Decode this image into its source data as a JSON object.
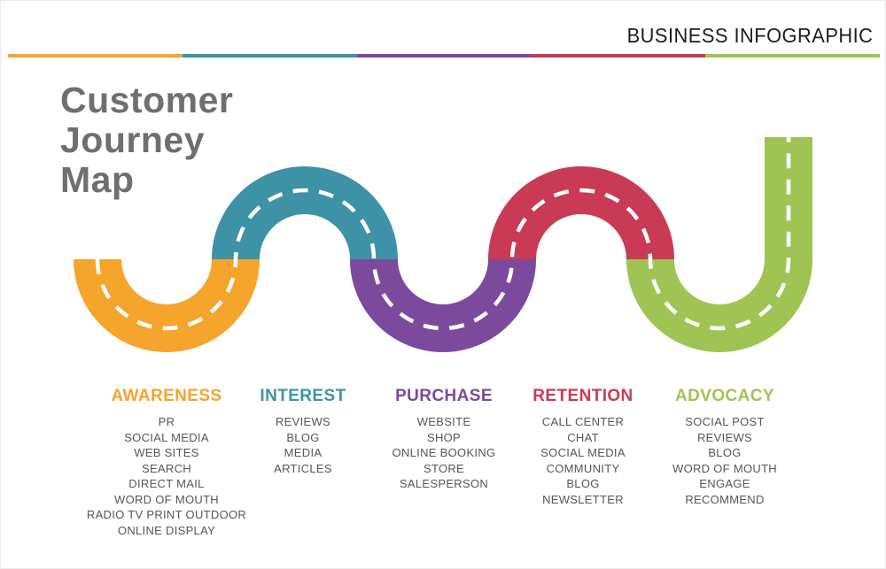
{
  "header": {
    "label": "BUSINESS INFOGRAPHIC"
  },
  "title": {
    "lines": [
      "Customer",
      "Journey",
      "Map"
    ],
    "color": "#6E6F71"
  },
  "road": {
    "centerline_color": "#FFFFFF"
  },
  "stages": [
    {
      "name": "AWARENESS",
      "color": "#F5A42C",
      "items": [
        "PR",
        "SOCIAL MEDIA",
        "WEB SITES",
        "SEARCH",
        "DIRECT MAIL",
        "WORD OF MOUTH",
        "RADIO TV PRINT OUTDOOR",
        "ONLINE DISPLAY"
      ]
    },
    {
      "name": "INTEREST",
      "color": "#3E92A6",
      "items": [
        "REVIEWS",
        "BLOG",
        "MEDIA",
        "ARTICLES"
      ]
    },
    {
      "name": "PURCHASE",
      "color": "#7C4A9D",
      "items": [
        "WEBSITE",
        "SHOP",
        "ONLINE BOOKING",
        "STORE",
        "SALESPERSON"
      ]
    },
    {
      "name": "RETENTION",
      "color": "#C93A55",
      "items": [
        "CALL CENTER",
        "CHAT",
        "SOCIAL MEDIA",
        "COMMUNITY",
        "BLOG",
        "NEWSLETTER"
      ]
    },
    {
      "name": "ADVOCACY",
      "color": "#A0C454",
      "items": [
        "SOCIAL POST",
        "REVIEWS",
        "BLOG",
        "WORD OF MOUTH",
        "ENGAGE",
        "RECOMMEND"
      ]
    }
  ]
}
